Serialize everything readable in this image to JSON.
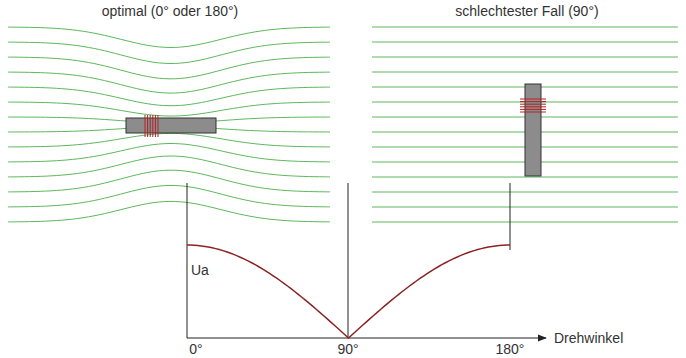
{
  "diagram": {
    "labels": [
      "optimal (0° oder 180°)",
      "schlechtester Fall (90°)",
      "Ua",
      "0°",
      "90°",
      "180°",
      "Drehwinkel"
    ]
  }
}
